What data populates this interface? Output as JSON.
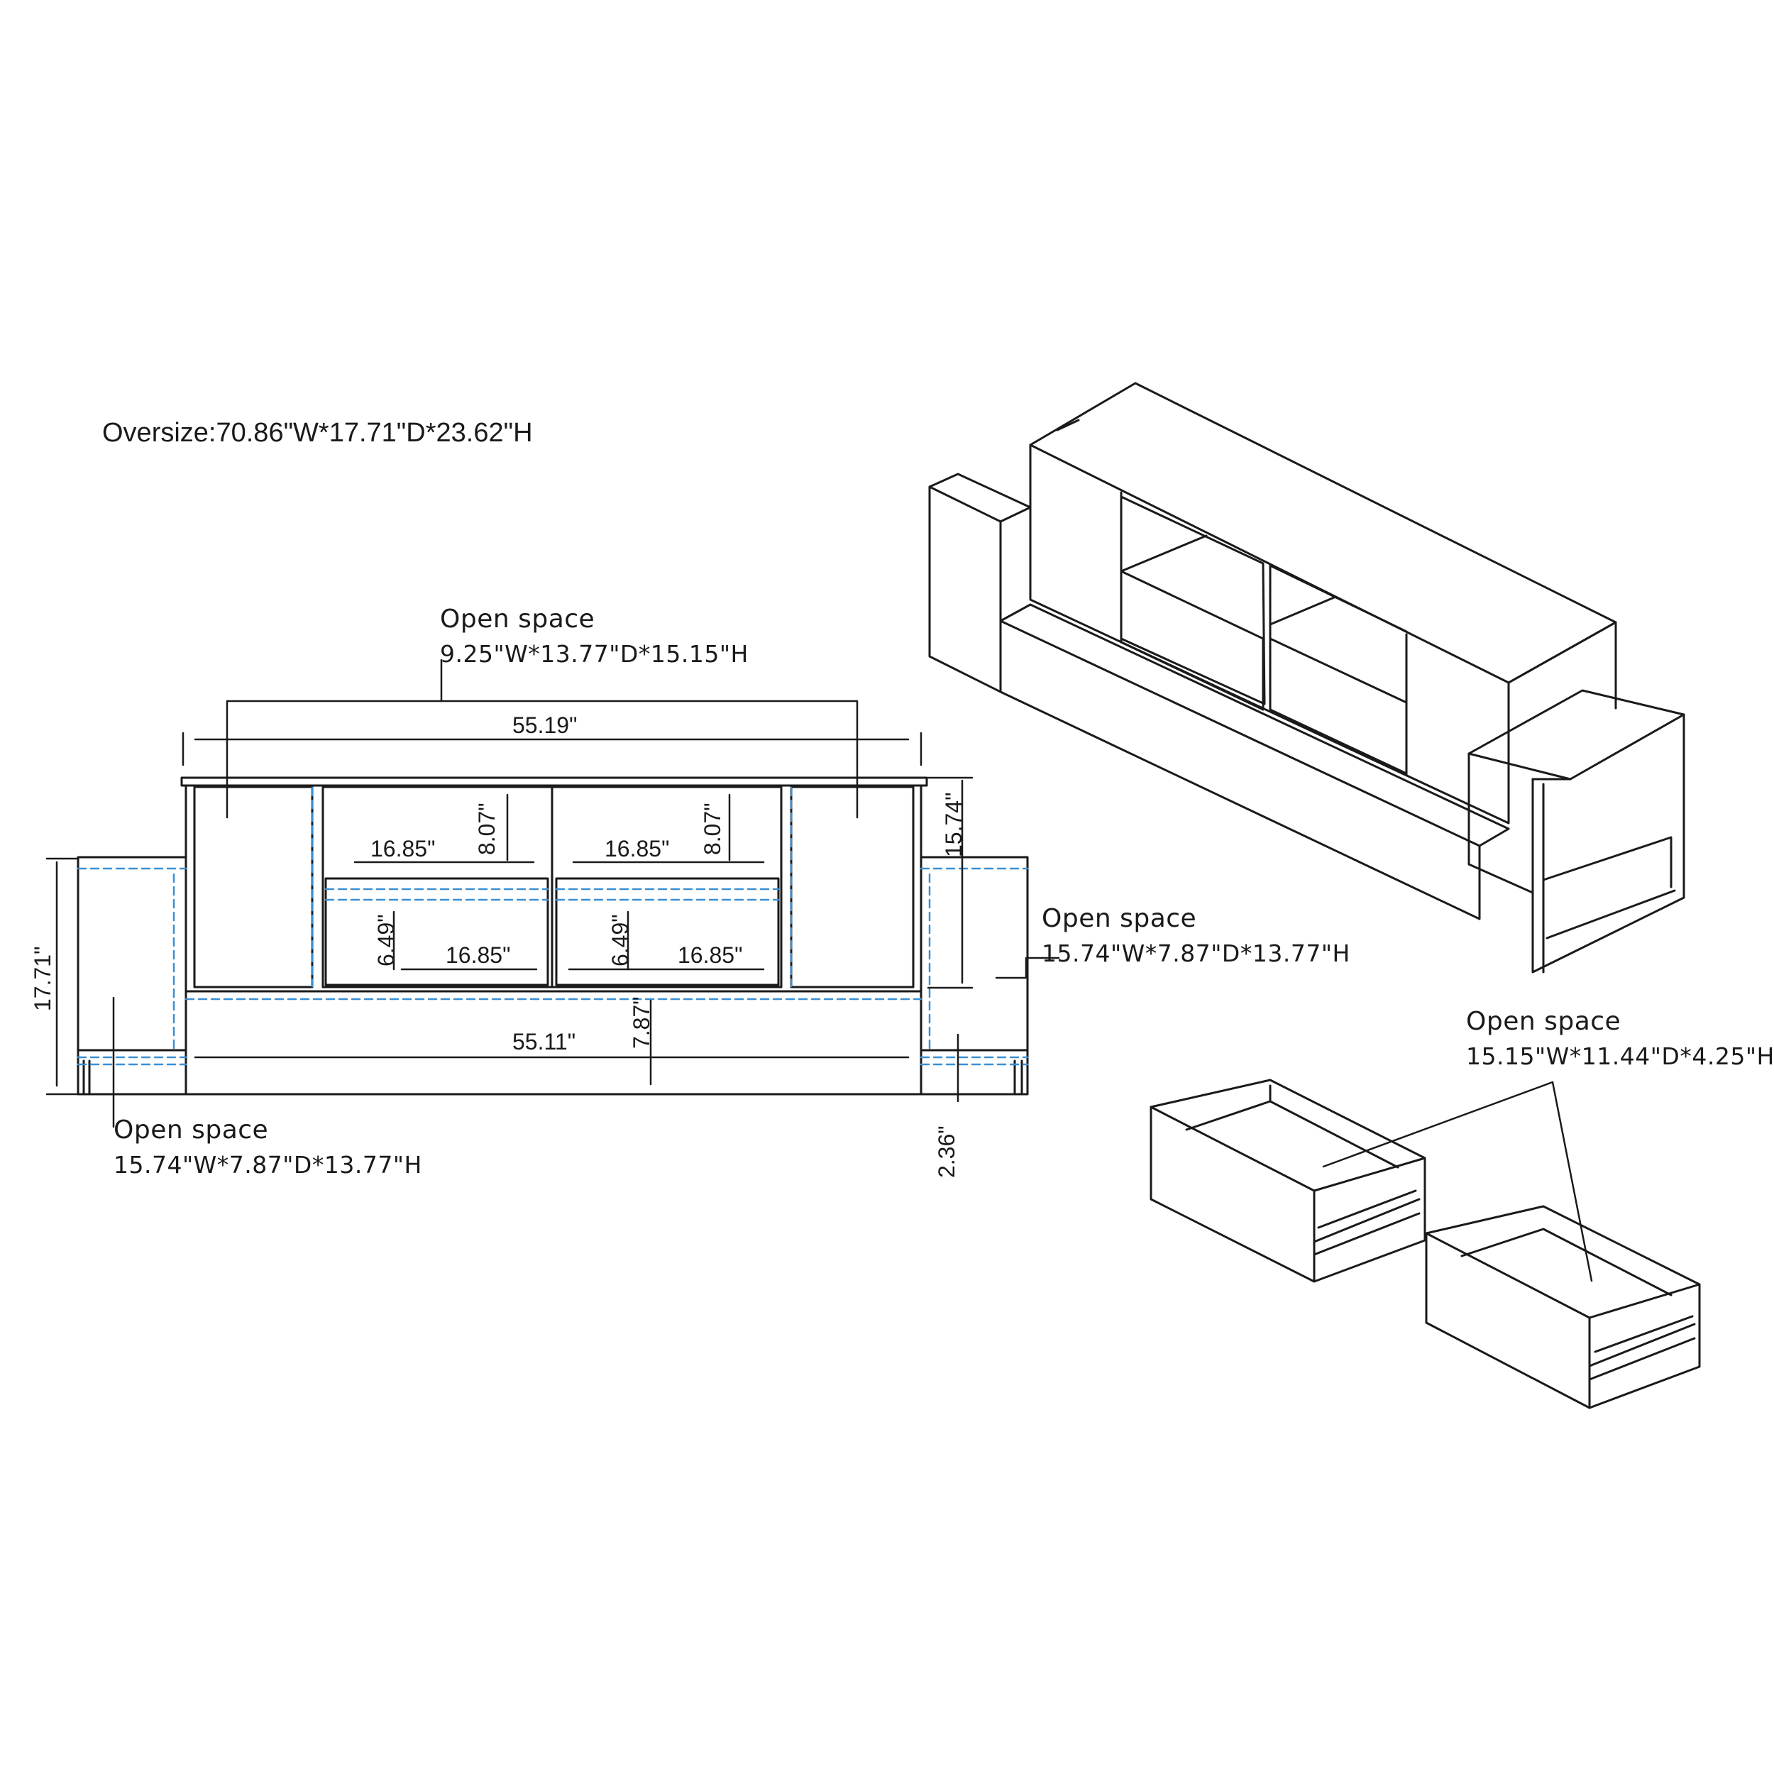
{
  "title": "Oversize:70.86\"W*17.71\"D*23.62\"H",
  "colors": {
    "line": "#1a1a1a",
    "blue": "#3a8fd4"
  },
  "annotations": {
    "top_open_space": {
      "heading": "Open space",
      "size": "9.25\"W*13.77\"D*15.15\"H"
    },
    "right_open_space": {
      "heading": "Open space",
      "size": "15.74\"W*7.87\"D*13.77\"H"
    },
    "left_open_space": {
      "heading": "Open space",
      "size": "15.74\"W*7.87\"D*13.77\"H"
    },
    "drawer_open_space": {
      "heading": "Open space",
      "size": "15.15\"W*11.44\"D*4.25\"H"
    }
  },
  "dimensions": {
    "top_width": "55.19\"",
    "bottom_width": "55.11\"",
    "shelf_left_width": "16.85\"",
    "shelf_right_width": "16.85\"",
    "shelf_left_height": "8.07\"",
    "shelf_right_height": "8.07\"",
    "drawer_left_width": "16.85\"",
    "drawer_right_width": "16.85\"",
    "drawer_left_height": "6.49\"",
    "drawer_right_height": "6.49\"",
    "base_height": "7.87\"",
    "cabinet_height": "15.74\"",
    "side_height": "17.71\"",
    "leg_height": "2.36\""
  }
}
